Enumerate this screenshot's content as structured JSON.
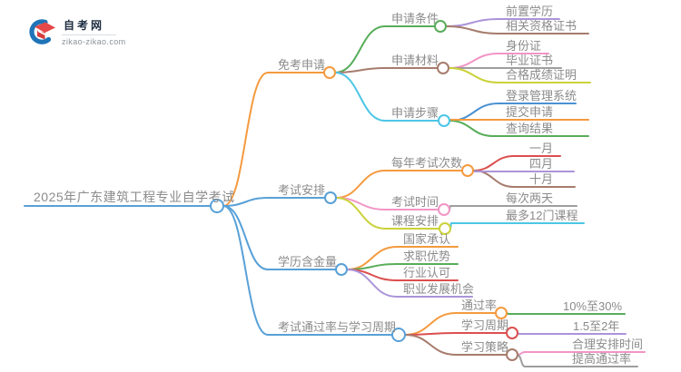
{
  "logo": {
    "title": "自考网",
    "domain": "zikao-zikao.com"
  },
  "palette": {
    "blue": "#58a0d7",
    "blue2": "#4a90d2",
    "orange": "#f49a3e",
    "green": "#58ad5a",
    "brown": "#a67c6d",
    "cyan": "#4cc6e6",
    "pink": "#f295c6",
    "purple": "#ab94d9",
    "red": "#dc4f4f",
    "yellow": "#cbd23a",
    "gray": "#9e9e9e",
    "text": "#8b8b8b",
    "logo_red": "#e54848",
    "logo_blue": "#1f74b8"
  },
  "mindmap": {
    "nodes": [
      {
        "id": "root",
        "label": "2025年广东建筑工程专业自学考试",
        "color": "blue",
        "parent": null
      },
      {
        "id": "b1",
        "label": "免考申请",
        "color": "orange",
        "parent": "root"
      },
      {
        "id": "b1c1",
        "label": "申请条件",
        "color": "green",
        "parent": "b1"
      },
      {
        "id": "qzxl",
        "label": "前置学历",
        "color": "purple",
        "parent": "b1c1"
      },
      {
        "id": "xgzs",
        "label": "相关资格证书",
        "color": "brown",
        "parent": "b1c1"
      },
      {
        "id": "b1c2",
        "label": "申请材料",
        "color": "brown",
        "parent": "b1"
      },
      {
        "id": "sfz",
        "label": "身份证",
        "color": "pink",
        "parent": "b1c2"
      },
      {
        "id": "byzs",
        "label": "毕业证书",
        "color": "gray",
        "parent": "b1c2"
      },
      {
        "id": "hgcj",
        "label": "合格成绩证明",
        "color": "yellow",
        "parent": "b1c2"
      },
      {
        "id": "b1c3",
        "label": "申请步骤",
        "color": "cyan",
        "parent": "b1"
      },
      {
        "id": "dlgl",
        "label": "登录管理系统",
        "color": "blue2",
        "parent": "b1c3"
      },
      {
        "id": "tjsq",
        "label": "提交申请",
        "color": "orange",
        "parent": "b1c3"
      },
      {
        "id": "cxjg",
        "label": "查询结果",
        "color": "green",
        "parent": "b1c3"
      },
      {
        "id": "b2",
        "label": "考试安排",
        "color": "blue",
        "parent": "root"
      },
      {
        "id": "b2c1",
        "label": "每年考试次数",
        "color": "orange",
        "parent": "b2"
      },
      {
        "id": "yiyue",
        "label": "一月",
        "color": "red",
        "parent": "b2c1"
      },
      {
        "id": "siyue",
        "label": "四月",
        "color": "purple",
        "parent": "b2c1"
      },
      {
        "id": "shiyue",
        "label": "十月",
        "color": "brown",
        "parent": "b2c1"
      },
      {
        "id": "b2c2",
        "label": "考试时间",
        "color": "pink",
        "parent": "b2"
      },
      {
        "id": "mclt",
        "label": "每次两天",
        "color": "gray",
        "parent": "b2c2"
      },
      {
        "id": "b2c3",
        "label": "课程安排",
        "color": "yellow",
        "parent": "b2"
      },
      {
        "id": "zd12",
        "label": "最多12门课程",
        "color": "cyan",
        "parent": "b2c3"
      },
      {
        "id": "b3",
        "label": "学历含金量",
        "color": "blue",
        "parent": "root"
      },
      {
        "id": "gjcr",
        "label": "国家承认",
        "color": "orange",
        "parent": "b3"
      },
      {
        "id": "qzys",
        "label": "求职优势",
        "color": "green",
        "parent": "b3"
      },
      {
        "id": "hyrk",
        "label": "行业认可",
        "color": "red",
        "parent": "b3"
      },
      {
        "id": "zyfz",
        "label": "职业发展机会",
        "color": "purple",
        "parent": "b3"
      },
      {
        "id": "b4",
        "label": "考试通过率与学习周期",
        "color": "blue",
        "parent": "root"
      },
      {
        "id": "b4c1",
        "label": "通过率",
        "color": "orange",
        "parent": "b4"
      },
      {
        "id": "tgl30",
        "label": "10%至30%",
        "color": "green",
        "parent": "b4c1"
      },
      {
        "id": "b4c2",
        "label": "学习周期",
        "color": "red",
        "parent": "b4"
      },
      {
        "id": "xzq2",
        "label": "1.5至2年",
        "color": "purple",
        "parent": "b4c2"
      },
      {
        "id": "b4c3",
        "label": "学习策略",
        "color": "brown",
        "parent": "b4"
      },
      {
        "id": "hlap",
        "label": "合理安排时间",
        "color": "pink",
        "parent": "b4c3"
      },
      {
        "id": "tgtgl",
        "label": "提高通过率",
        "color": "gray",
        "parent": "b4c3"
      }
    ]
  }
}
